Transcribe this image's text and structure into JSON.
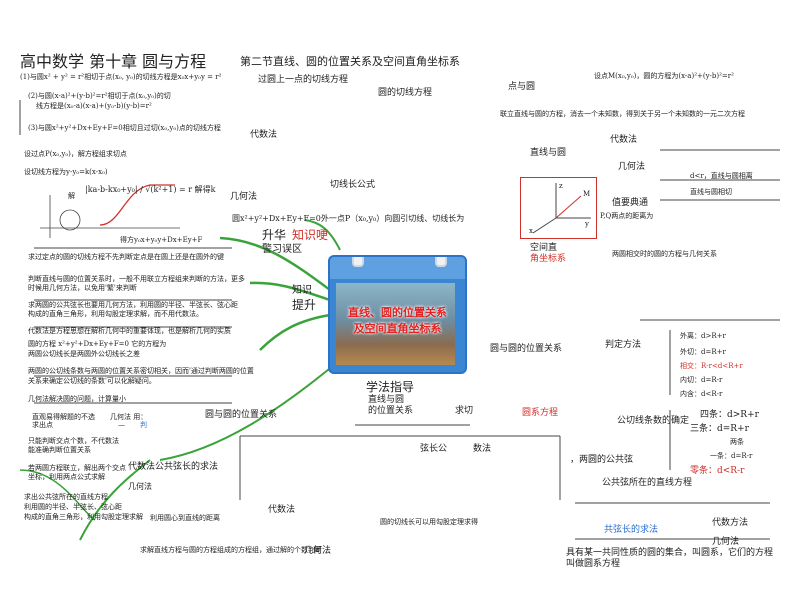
{
  "header": {
    "title_main": "高中数学  第十章  圆与方程",
    "title_sub": "第二节直线、圆的位置关系及空间直角坐标系"
  },
  "center_card": {
    "title_line1": "直线、圆的位置关系",
    "title_line2": "及空间直角坐标系"
  },
  "branches": {
    "upgrade": "升华",
    "knowledge_easy": "知识哽",
    "review_mistakes": "警习误区",
    "knowledge_up": "知识",
    "improve": "提升",
    "study_guide": "学法指导"
  },
  "left_column": [
    "(1)与圆x² + y² = r²相切于点(x₀, y₀)的切线方程是x₀x+y₀y = r²",
    "(2)与圆(x-a)²+(y-b)²=r²相切于点(x₀,y₀)的切",
    "线方程是(x₀-a)(x-a)+(y₀-b)(y-b)=r²",
    "(3)与圆x²+y²+Dx+Ey+F=0相切且过切(x₀,y₀)点的切线方程",
    "设过点P(x₀,y₀)，解方程组求切点",
    "设切线方程为y-y₀=k(x-x₀)",
    "|ka-b-kx₀+y₀| / √(k²+1) = r 解得k",
    "解",
    "得方y₀x+y₀y+Dx+Ey+F",
    "求过定点的圆的切线方程不先判断定点是在圆上还是在圆外的键",
    "判断直线与圆的位置关系时，一般不用联立方程组来判断的方法，更多",
    "时候用几何方法，以免用'繁'来判断",
    "求两圆的公共弦长也要用几何方法，利用圆的半径、半弦长、弦心距",
    "构成的直角三角形，利用勾股定理求解，而不用代数法。",
    "代数法是方程思想在解析几何中的重要体现，也是解析几何的实质",
    "圆的方程 x²+y²+Dx+Ey+F=0 它的方程为",
    "两圆公切线长是两圆外公切线长之差",
    "两圆的公切线条数与两圆的位置关系密切相关，因而'通过判断两圆的位置",
    "关系来确定公切线的条数'可以化解疑问。",
    "几何法解决圆的问题，计算量小",
    "直观易得解题的不选",
    "几何法  用：",
    "求出点",
    "—",
    "判",
    "只能判断交点个数，不代数法",
    "能准确判断位置关系",
    "若两圆方程联立，解出两个交点",
    "坐标，利用两点公式求解",
    "求出公共弦所在的直线方程",
    "利用圆的半径、半弦长、弦心距",
    "构成的直角三角形，利用勾股定理求解"
  ],
  "middle_labels": {
    "tangent_through_point": "过圆上一点的切线方程",
    "circle_tangent": "圆的切线方程",
    "tangent_length": "切线长公式",
    "algebra": "代数法",
    "geometry": "几何法",
    "tangent_from_outside": "圆x²+y²+Dx+Ey+F=0外一点P（x₀,y₀）向圆引切线、切线长为",
    "circle_circle_position": "圆与圆的位置关系",
    "line_circle_position": "直线与圆的位置关系",
    "chord_length": "弦长公",
    "algebra_bottom": "数法",
    "chord_formula_by_algebra": "代数法公共弦长的求法",
    "geometry_method": "几何法",
    "algebra_short": "代数法",
    "ji_he_fa": "几何法",
    "foot_note_a": "圆的切线长可以用勾股定理求得",
    "foot_note_b": "求解直线方程与圆的方程组成的方程组，通过解的个数判断",
    "foot_note_c": "利用圆心到直线的距离"
  },
  "right_column": {
    "point_circle": "点与圆",
    "point_circle_desc1": "设点M(x₀,y₀)，圆的方程为(x-a)²+(y-b)²=r²",
    "point_circle_desc2": "联立直线与圆的方程，消去一个未知数，得到关于另一个未知数的一元二次方程",
    "line_circle": "直线与圆",
    "algebra": "代数法",
    "geometry": "几何法",
    "d_lt_r": "d<r，直线与圆相离",
    "d_eq_r": "直线与圆相切",
    "space_coord": "空间直",
    "space_coord_red": "角坐标系",
    "space_formula_title": "值要典通",
    "space_distance": "P,Q两点的距离为",
    "note_two_circles": "两圆相交时的圆的方程与几何关系",
    "determine": "判定方法",
    "separate": "外离：d>R+r",
    "tangent_ext": "外切：d=R+r",
    "intersect": "相交：R-r<d<R+r",
    "tangent_int": "内切：d=R-r",
    "contain": "内含：d<R-r",
    "common_tangents": "公切线条数的确定",
    "four": "四条：d>R+r",
    "three": "三条：d=R+r",
    "two": "两条",
    "one": "一条：d=R-r",
    "none": "零条：d<R-r",
    "circle_common_chord": "，两圆的公共弦",
    "common_chord_line": "公共弦所在的直线方程",
    "common_chord_length": "共弦长的求法",
    "algebra_method": "代数方法",
    "geometry_method": "几何法",
    "family_note": "具有某一共同性质的圆的集合，叫圆系，它们的方程叫做圆系方程",
    "two_circles_position": "圆与圆的位置关系",
    "circle_system": "圆系方程"
  },
  "study_notes": {
    "line_circle_position": "直线与圆",
    "position": "的位置关系",
    "seek": "求切"
  },
  "colors": {
    "accent_red": "#d0302a",
    "accent_blue": "#2c6ec8",
    "branch_green": "#3aa33a",
    "card_blue": "#3b86d2"
  }
}
